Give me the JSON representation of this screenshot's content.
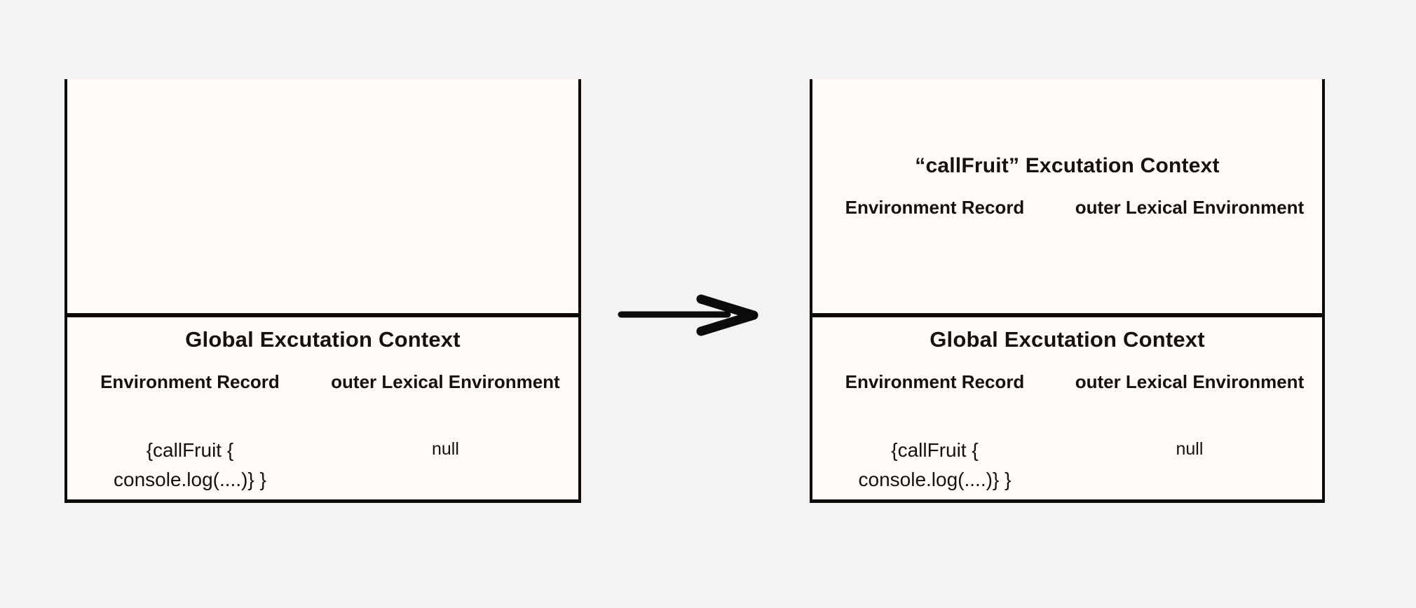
{
  "colors": {
    "page_bg": "#f4f3f2",
    "box_bg": "#fffbf7",
    "line": "#0d0b09",
    "text": "#141210"
  },
  "left_stack": {
    "global_context": {
      "title": "Global Excutation Context",
      "col_left": "Environment Record",
      "col_right": "outer Lexical Environment",
      "record_line1": "{callFruit {",
      "record_line2": "console.log(....)} }",
      "outer_value": "null"
    }
  },
  "transition": {
    "arrow_icon": "right-arrow"
  },
  "right_stack": {
    "callfruit_context": {
      "title": "“callFruit” Excutation Context",
      "col_left": "Environment Record",
      "col_right": "outer Lexical Environment"
    },
    "global_context": {
      "title": "Global Excutation Context",
      "col_left": "Environment Record",
      "col_right": "outer Lexical Environment",
      "record_line1": "{callFruit {",
      "record_line2": "console.log(....)} }",
      "outer_value": "null"
    }
  }
}
